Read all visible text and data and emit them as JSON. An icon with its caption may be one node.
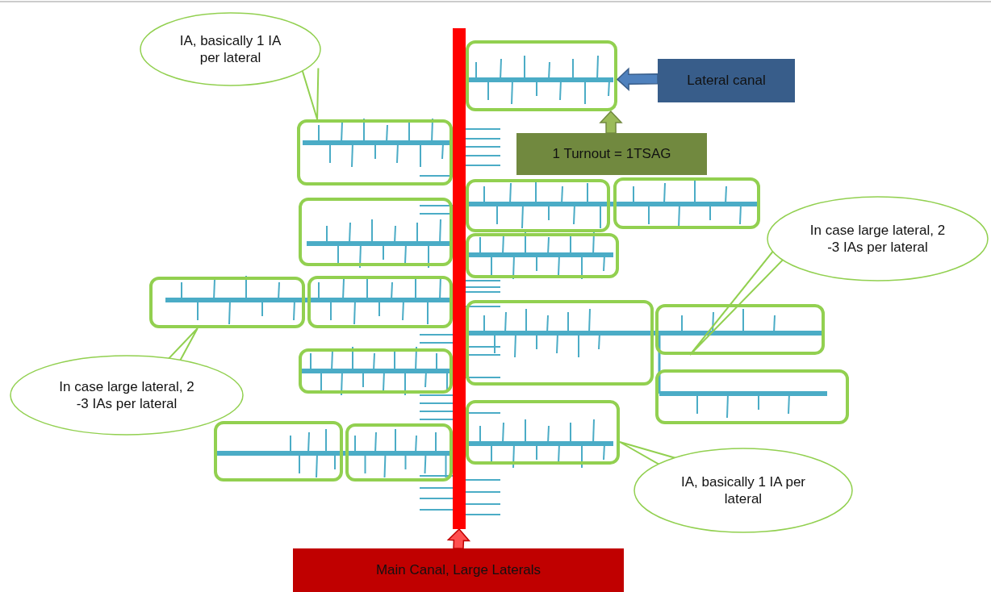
{
  "diagram": {
    "nodes": [
      {
        "text": [
          "IA, basically 1 IA per lateral"
        ]
      },
      {
        "text": [],
        "shape": "bar"
      },
      {
        "text": [],
        "shape": "box"
      },
      {
        "text": [
          "Lateral canal"
        ]
      },
      {
        "text": [],
        "shape": "box"
      },
      {
        "text": [
          "1 Turnout = 1TSAG"
        ]
      },
      {
        "text": [],
        "shape": "box"
      },
      {
        "text": [],
        "shape": "box"
      },
      {
        "text": [],
        "shape": "box"
      },
      {
        "text": [
          "In case large lateral, 2 -3 IAs per lateral"
        ]
      },
      {
        "text": [],
        "shape": "box"
      },
      {
        "text": [],
        "shape": "box"
      },
      {
        "text": [],
        "shape": "box"
      },
      {
        "text": [],
        "shape": "box"
      },
      {
        "text": [],
        "shape": "box"
      },
      {
        "text": [],
        "shape": "box"
      },
      {
        "text": [],
        "shape": "box"
      },
      {
        "text": [
          "In case large lateral, 2 -3 IAs per lateral"
        ]
      },
      {
        "text": [],
        "shape": "box"
      },
      {
        "text": [],
        "shape": "box"
      },
      {
        "text": [],
        "shape": "box"
      },
      {
        "text": [
          "IA, basically 1 IA per lateral"
        ]
      },
      {
        "text": [
          "Main Canal, Large Laterals"
        ]
      }
    ],
    "edges": [
      {
        "from": 0,
        "to": 4,
        "arrow": "none"
      },
      {
        "from": 3,
        "to": 2,
        "arrow": "to"
      },
      {
        "from": 5,
        "to": 2,
        "arrow": "to"
      },
      {
        "from": 9,
        "to": 14,
        "arrow": "none"
      },
      {
        "from": 17,
        "to": 11,
        "arrow": "none"
      },
      {
        "from": 21,
        "to": 18,
        "arrow": "none"
      },
      {
        "from": 22,
        "to": 1,
        "arrow": "to"
      }
    ]
  }
}
